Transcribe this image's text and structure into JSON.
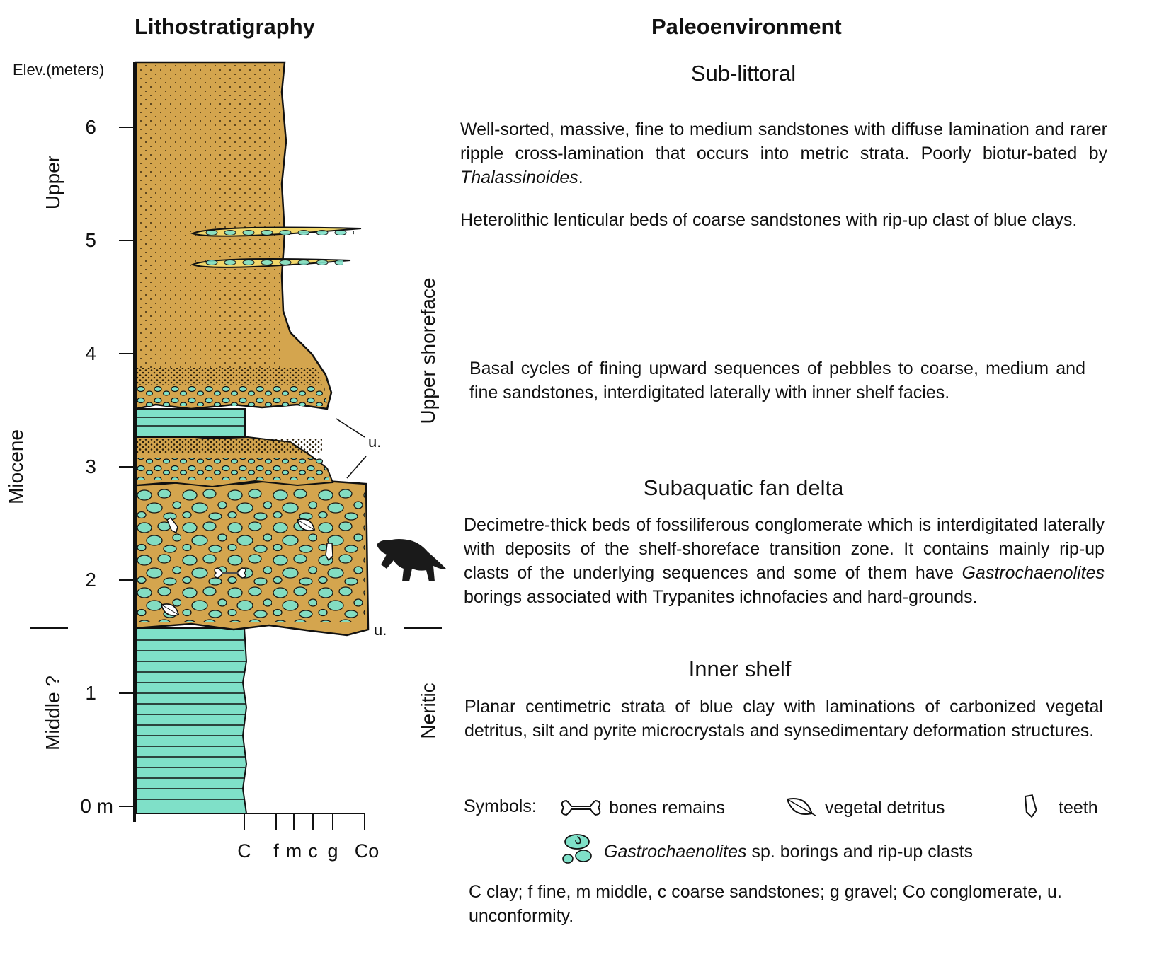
{
  "headers": {
    "lithostratigraphy": "Lithostratigraphy",
    "paleoenvironment": "Paleoenvironment"
  },
  "column": {
    "elev_label": "Elev.(meters)",
    "elevation_ticks": [
      "0 m",
      "1",
      "2",
      "3",
      "4",
      "5",
      "6"
    ],
    "grain_ticks": [
      "C",
      "f",
      "m",
      "c",
      "g",
      "Co"
    ],
    "epoch": "Miocene",
    "stage_upper": "Upper",
    "stage_middle": "Middle ?",
    "zone_upper_shoreface": "Upper shoreface",
    "zone_neritic": "Neritic",
    "unconformity_upper": "u.",
    "unconformity_lower": "u."
  },
  "environments": {
    "sub_littoral": {
      "title": "Sub-littoral",
      "p1_a": "Well-sorted, massive, fine to medium sandstones with diffuse lamination and rarer ripple cross-lamination that occurs into metric strata. Poorly biotur-bated by ",
      "p1_italic": "Thalassinoides",
      "p1_b": ".",
      "p2": "Heterolithic lenticular beds of coarse sandstones with rip-up clast of blue clays.",
      "p3": "Basal cycles of fining upward sequences of pebbles to coarse, medium and  fine sandstones, interdigitated laterally  with inner shelf facies."
    },
    "fan_delta": {
      "title": "Subaquatic fan delta",
      "p1_a": "Decimetre-thick beds of  fossiliferous  conglomerate which is interdigitated laterally with deposits of the shelf-shoreface transition zone. It contains mainly rip-up clasts of the underlying sequences and some of them have ",
      "p1_italic": "Gastrochaenolites",
      "p1_b": " borings associated  with Trypanites ichnofacies and hard-grounds."
    },
    "inner_shelf": {
      "title": "Inner shelf",
      "p1": "Planar centimetric strata of blue clay with laminations of carbonized vegetal detritus, silt and pyrite microcrystals and synsedimentary deformation structures."
    }
  },
  "legend": {
    "symbols_label": "Symbols:",
    "bones": "bones remains",
    "vegetal": "vegetal detritus",
    "teeth": "teeth",
    "borings_italic": "Gastrochaenolites",
    "borings_rest": " sp. borings and rip-up clasts",
    "abbreviations": "C clay; f fine, m middle, c coarse sandstones; g gravel; Co conglomerate, u. unconformity."
  },
  "colors": {
    "sand": "#d4a54e",
    "clay": "#7fe0c8",
    "lens": "#f2d76a",
    "ink": "#111111"
  }
}
